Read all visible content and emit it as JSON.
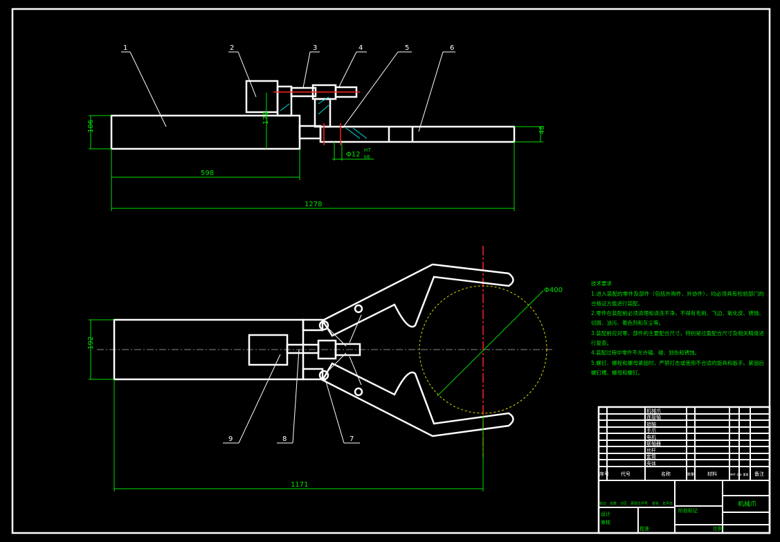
{
  "drawing": {
    "part_labels": [
      "1",
      "2",
      "3",
      "4",
      "5",
      "6",
      "7",
      "8",
      "9"
    ],
    "dimensions": {
      "top_height": "106",
      "mid_height": "178",
      "right_height": "48",
      "len_598": "598",
      "len_1278": "1278",
      "fit": "Φ12",
      "fit_upper": "H7",
      "fit_lower": "k6",
      "front_height": "192",
      "len_1171": "1171",
      "circle_dia": "Φ400"
    }
  },
  "notes": {
    "title": "技术要求",
    "lines": [
      "1.进入装配的零件及部件（包括外购件、外协件），均必须具有检验部门的",
      "合格证方能进行装配。",
      "2.零件在装配前必须清理和清洗干净，不得有毛刺、飞边、氧化皮、锈蚀、",
      "切屑、油污、着色剂和灰尘等。",
      "3.装配前应对零、部件的主要配合尺寸，特别是过盈配合尺寸及相关精度进",
      "行复查。",
      "4.装配过程中零件不允许磕、碰、划伤和锈蚀。",
      "5.螺钉、螺栓和螺母紧固时，严禁打击或使用不合适的旋具和扳手。紧固后",
      "螺钉槽、螺母和螺钉。"
    ]
  },
  "title_block": {
    "bom_names": [
      "机械爪",
      "连接轴",
      "销轴",
      "手爪",
      "电机",
      "联轴器",
      "丝杆",
      "套筒",
      "壳体"
    ],
    "headers": {
      "seq": "序号",
      "code": "代号",
      "name": "名称",
      "qty": "数量",
      "material": "材料",
      "weight": "单件 总计 重量",
      "remark": "备注"
    },
    "row_labels": [
      "标记",
      "处数",
      "分区",
      "更改文件号",
      "签名",
      "年月日"
    ],
    "design": "设计",
    "check": "审核",
    "approve": "批准",
    "stage": "阶段标记",
    "scale": "比例",
    "title": "机械爪"
  }
}
